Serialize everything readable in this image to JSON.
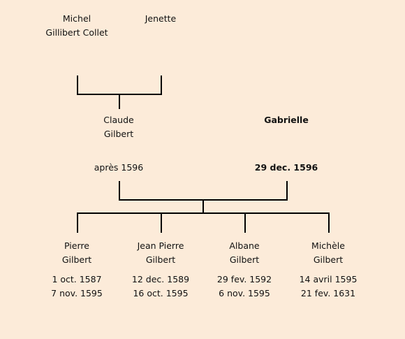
{
  "grandparents": {
    "father": {
      "first": "Michel",
      "last": "Gillibert Collet"
    },
    "mother": {
      "first": "Jenette"
    }
  },
  "parents": {
    "father": {
      "first": "Claude",
      "last": "Gilbert",
      "death": "après 1596"
    },
    "mother": {
      "first": "Gabrielle",
      "death": "29 dec. 1596"
    }
  },
  "children": [
    {
      "first": "Pierre",
      "last": "Gilbert",
      "birth": "1 oct. 1587",
      "death": "7 nov. 1595"
    },
    {
      "first": "Jean Pierre",
      "last": "Gilbert",
      "birth": "12 dec. 1589",
      "death": "16 oct. 1595"
    },
    {
      "first": "Albane",
      "last": "Gilbert",
      "birth": "29 fev. 1592",
      "death": "6 nov. 1595"
    },
    {
      "first": "Michèle",
      "last": "Gilbert",
      "birth": "14 avril 1595",
      "death": "21 fev. 1631"
    }
  ]
}
